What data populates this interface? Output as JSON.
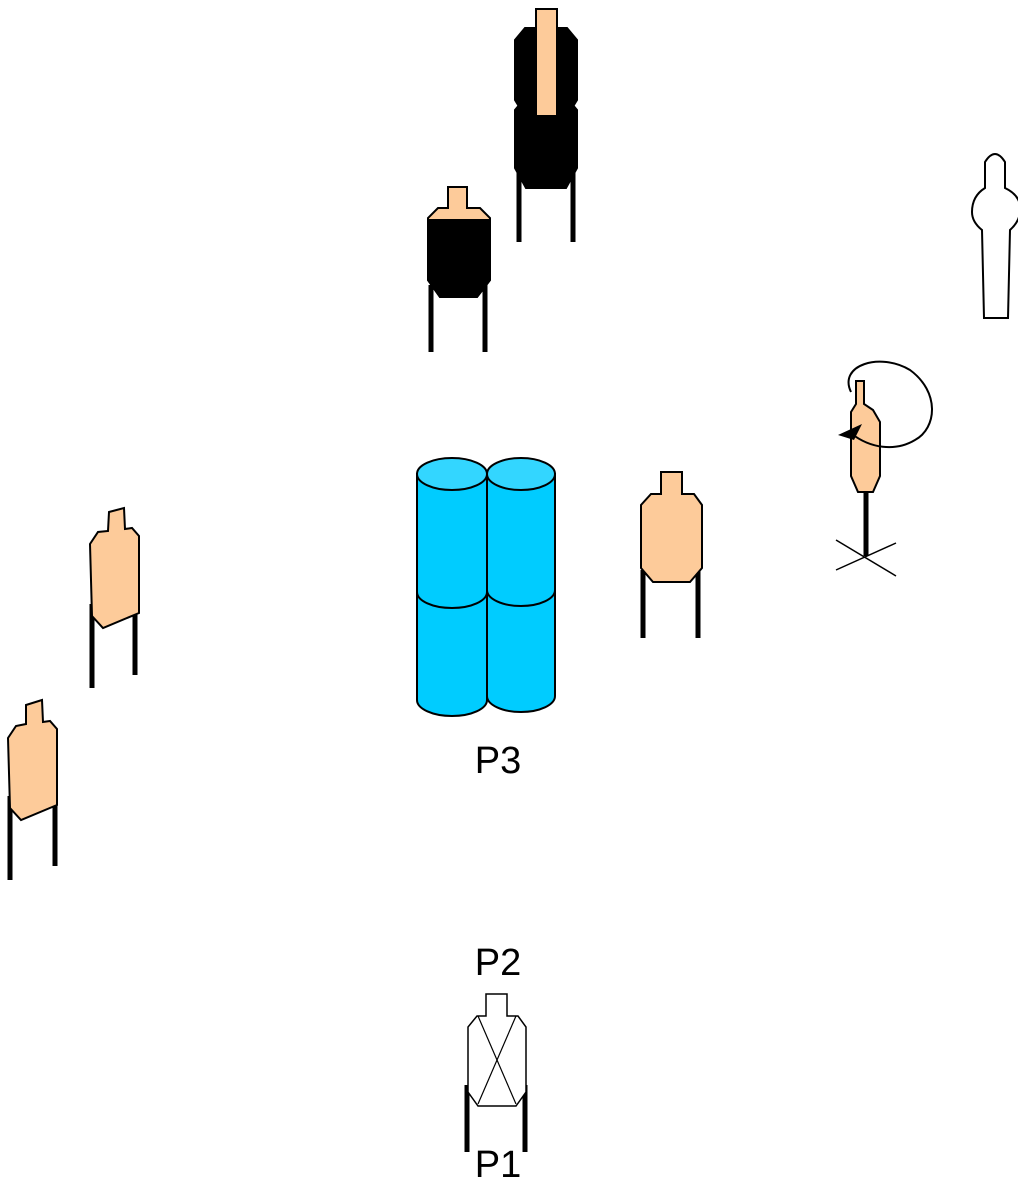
{
  "labels": {
    "p1": "P1",
    "p2": "P2",
    "p3": "P3"
  },
  "colors": {
    "target_tan": "#FDCB9A",
    "no_shoot_black": "#000000",
    "barrel_blue": "#00CCFF",
    "barrel_top_blue": "#33D6FF",
    "line": "#000000",
    "background": "#FFFFFF"
  },
  "icons": {
    "paper_target": "paper-target-icon",
    "no_shoot_target": "no-shoot-target-icon",
    "swinger_target": "swinger-target-icon",
    "popper_target": "popper-target-icon",
    "barrel": "barrel-icon",
    "rotation_arrow": "rotation-arrow-icon"
  }
}
